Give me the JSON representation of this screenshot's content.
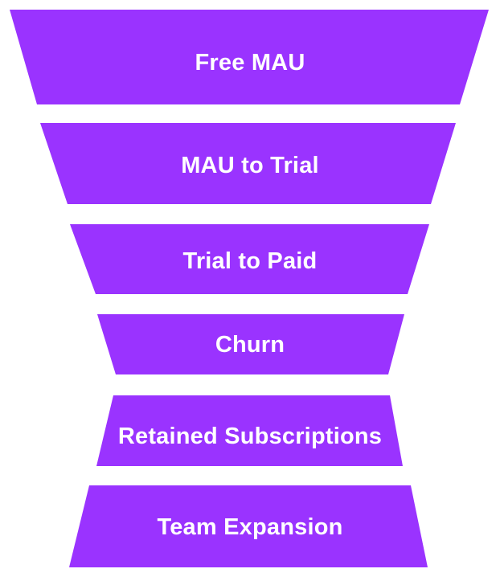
{
  "colors": {
    "stage_fill": "#9a33ff",
    "label_text": "#ffffff",
    "background": "#ffffff"
  },
  "stages": [
    {
      "label": "Free MAU"
    },
    {
      "label": "MAU to Trial"
    },
    {
      "label": "Trial to Paid"
    },
    {
      "label": "Churn"
    },
    {
      "label": "Retained Subscriptions"
    },
    {
      "label": "Team Expansion"
    }
  ]
}
